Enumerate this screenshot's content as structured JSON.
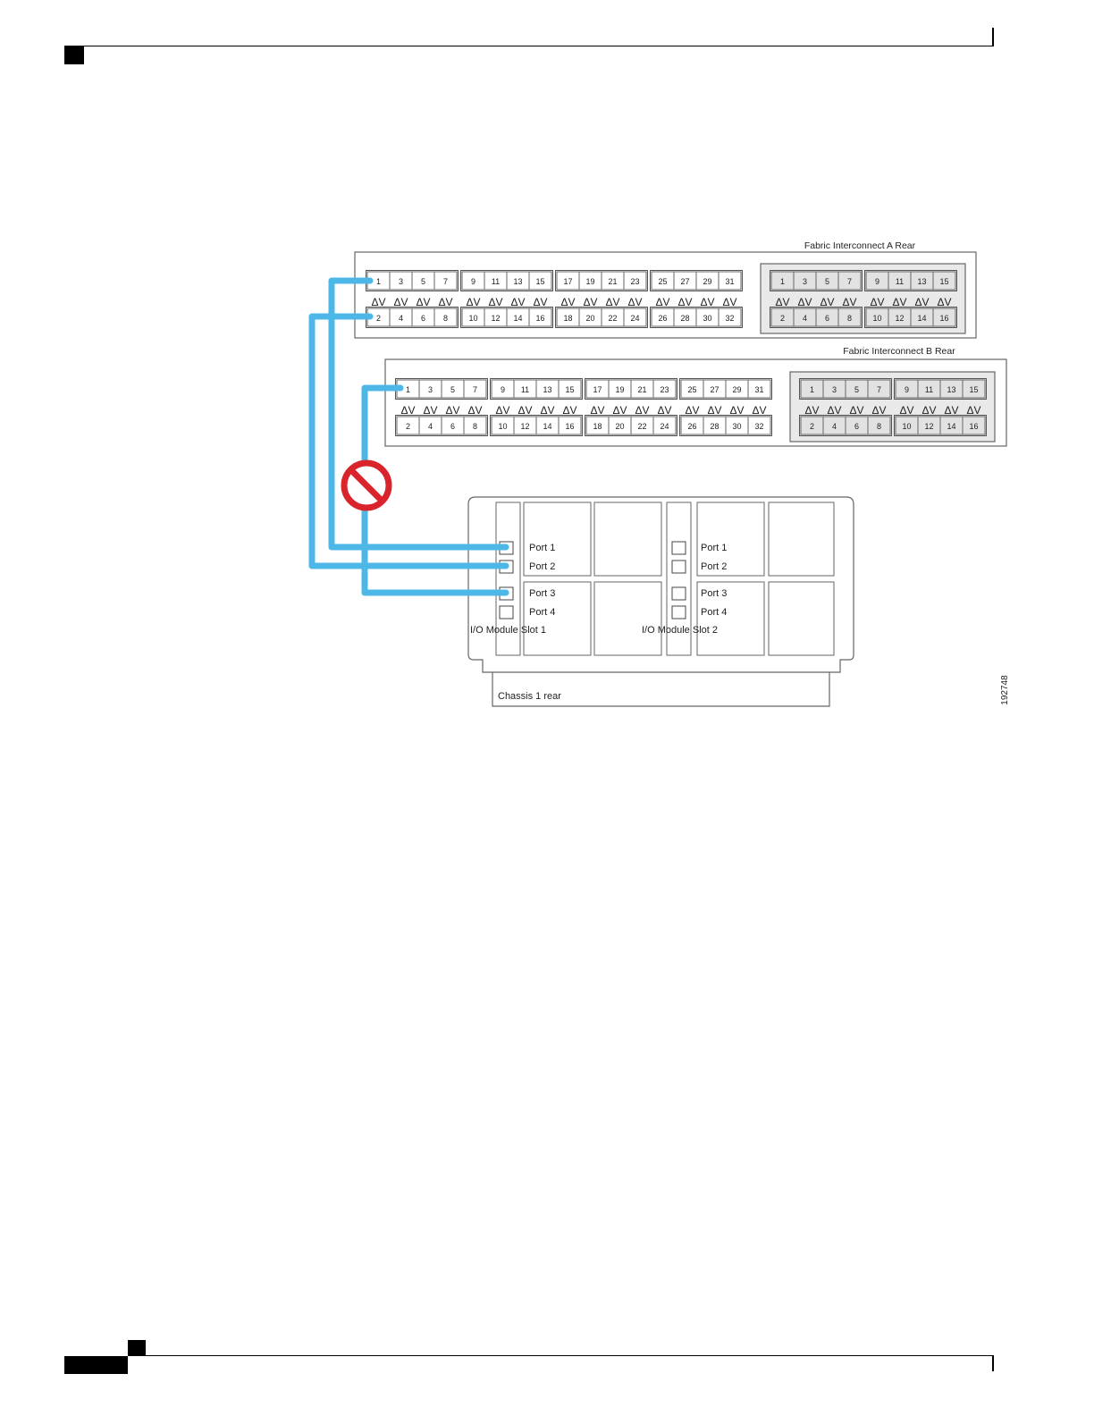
{
  "figure": {
    "fi_a_label": "Fabric Interconnect A Rear",
    "fi_b_label": "Fabric Interconnect B Rear",
    "chassis_label": "Chassis 1  rear",
    "figure_id": "192748",
    "io_slot1_label": "I/O Module Slot 1",
    "io_slot2_label": "I/O Module Slot 2",
    "port_labels": [
      "Port 1",
      "Port 2",
      "Port 3",
      "Port 4"
    ],
    "fi_top_ports": [
      "1",
      "3",
      "5",
      "7",
      "9",
      "11",
      "13",
      "15",
      "17",
      "19",
      "21",
      "23",
      "25",
      "27",
      "29",
      "31"
    ],
    "fi_bottom_ports": [
      "2",
      "4",
      "6",
      "8",
      "10",
      "12",
      "14",
      "16",
      "18",
      "20",
      "22",
      "24",
      "26",
      "28",
      "30",
      "32"
    ],
    "expansion_top_ports": [
      "1",
      "3",
      "5",
      "7",
      "9",
      "11",
      "13",
      "15"
    ],
    "expansion_bottom_ports": [
      "2",
      "4",
      "6",
      "8",
      "10",
      "12",
      "14",
      "16"
    ],
    "led_glyph": "ΔV",
    "cable_color": "#4db8e8",
    "prohibited_color": "#d9242b"
  }
}
